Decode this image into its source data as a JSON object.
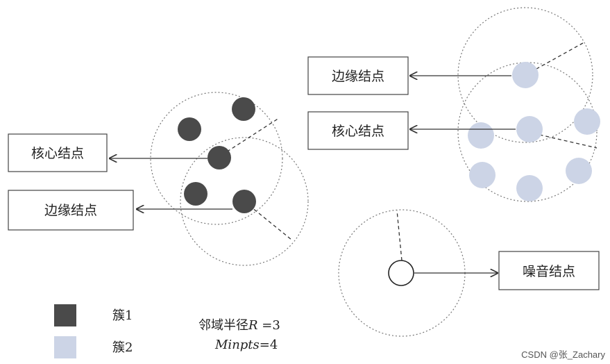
{
  "labels": {
    "left_core": "核心结点",
    "left_border": "边缘结点",
    "right_border": "边缘结点",
    "right_core": "核心结点",
    "noise": "噪音结点"
  },
  "legend": {
    "cluster1": "簇1",
    "cluster2": "簇2",
    "cluster1_color": "#4a4a4a",
    "cluster2_color": "#ccd4e6"
  },
  "params": {
    "radius_prefix": "邻域半径",
    "radius_symbol": "R",
    "radius_value": " =3",
    "minpts_name": "Minpts",
    "minpts_value": "=4"
  },
  "watermark": "CSDN @张_Zachary"
}
